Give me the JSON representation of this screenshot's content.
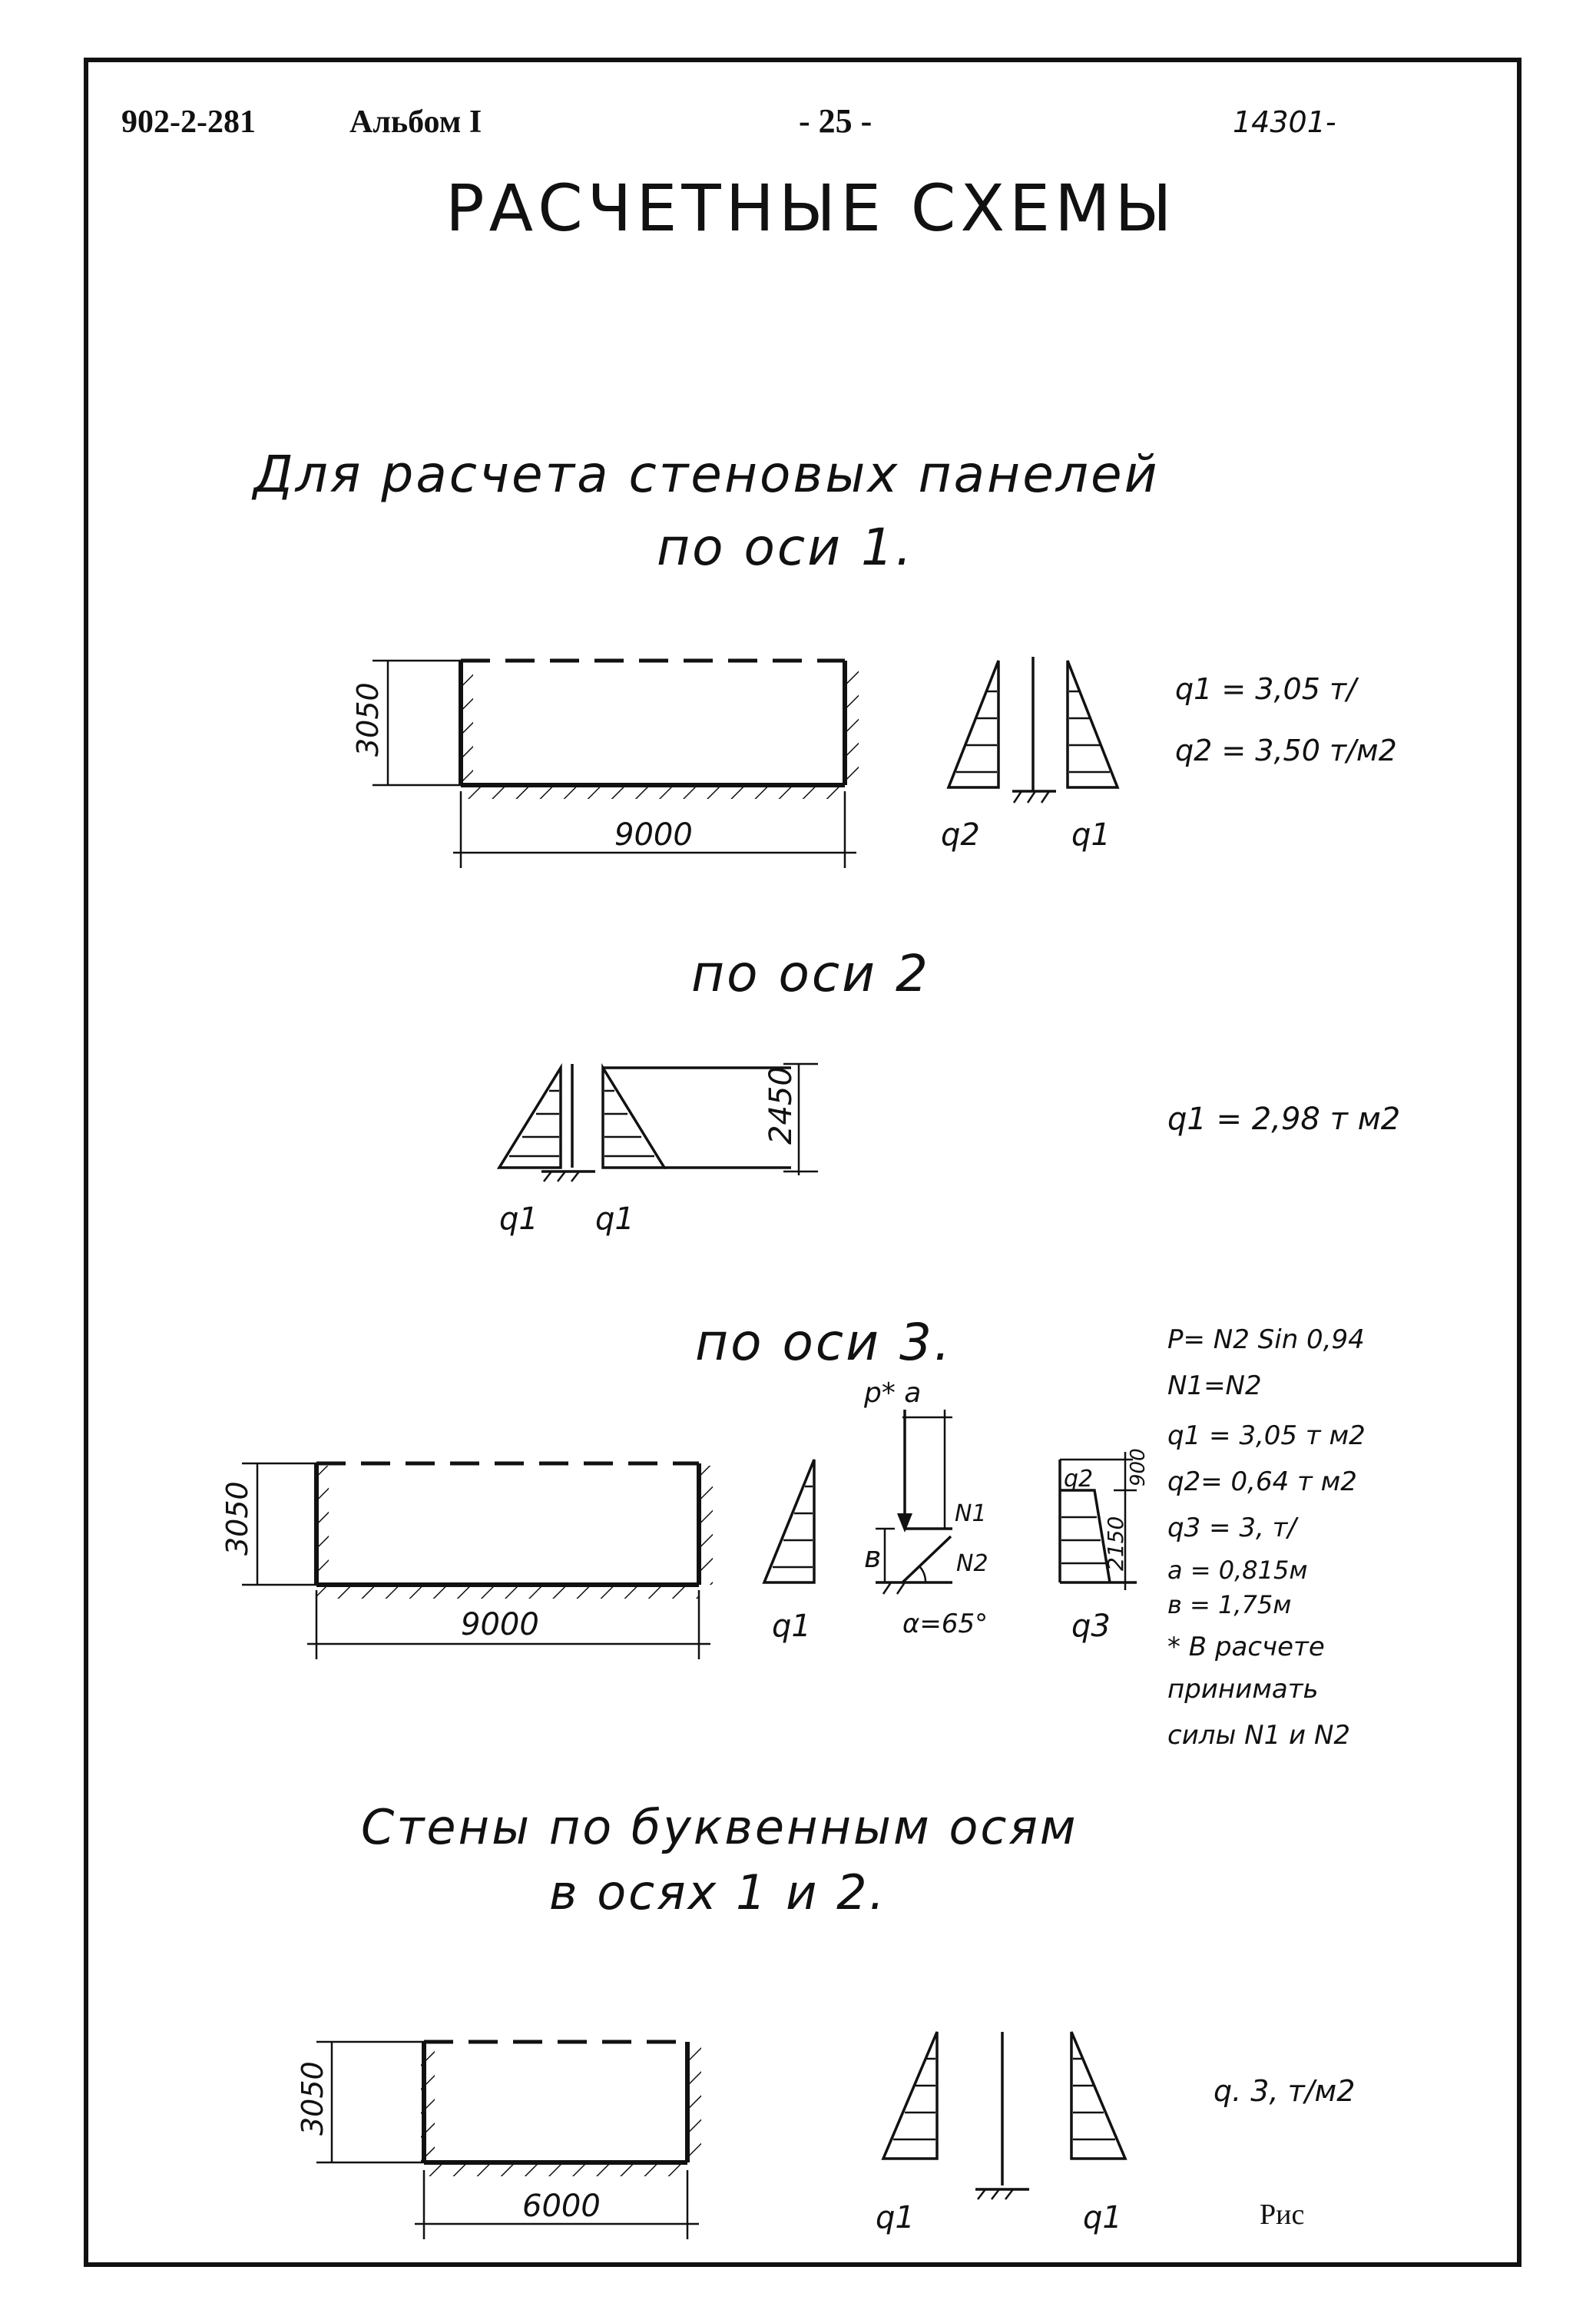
{
  "header": {
    "code": "902-2-281",
    "album": "Альбом I",
    "page": "- 25 -",
    "stamp": "14301-"
  },
  "title": "РАСЧЕТНЫЕ СХЕМЫ",
  "section1": {
    "heading_line1": "Для расчета стеновых панелей",
    "heading_line2": "по оси 1.",
    "dim_height": "3050",
    "dim_width": "9000",
    "label_q2": "q2",
    "label_q1": "q1",
    "formula1": "q1 = 3,05 т/",
    "formula2": "q2 = 3,50 т/м2"
  },
  "section2": {
    "heading": "по оси 2",
    "dim_height": "2450",
    "label_q1a": "q1",
    "label_q1b": "q1",
    "formula1": "q1 = 2,98 т м2"
  },
  "section3": {
    "heading": "по оси 3.",
    "dim_height": "3050",
    "dim_width": "9000",
    "label_q1": "q1",
    "label_q3": "q3",
    "force_p": "p* a",
    "force_n1": "N1",
    "force_n2": "N2",
    "label_b": "в",
    "angle": "α=65°",
    "dim_900": "900",
    "dim_2150": "2150",
    "label_q2": "q2",
    "notes": [
      "P= N2 Sin 0,94",
      "N1=N2",
      "q1 = 3,05 т  м2",
      "q2= 0,64 т  м2",
      "q3 = 3,  т/",
      "a = 0,815м",
      "в = 1,75м",
      "* В расчете",
      "принимать",
      "силы N1 и N2"
    ]
  },
  "section4": {
    "heading_line1": "Стены по буквенным осям",
    "heading_line2": "в осях 1 и 2.",
    "dim_height": "3050",
    "dim_width": "6000",
    "label_q1a": "q1",
    "label_q1b": "q1",
    "formula1": "q.  3,  т/м2",
    "footer": "Рис"
  }
}
